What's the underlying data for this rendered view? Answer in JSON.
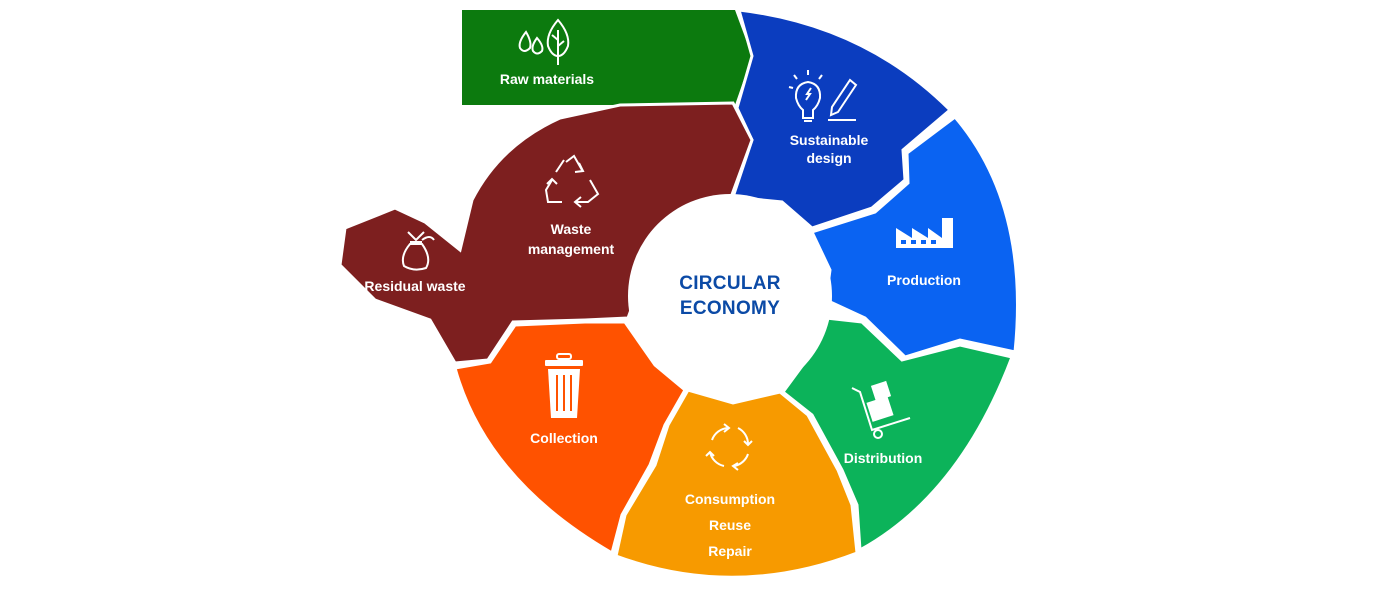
{
  "center": {
    "line1": "CIRCULAR",
    "line2": "ECONOMY"
  },
  "colors": {
    "raw_materials": "#0c7a0e",
    "sustainable_design": "#0b3dbf",
    "production": "#0a63f2",
    "distribution": "#0cb35a",
    "consumption": "#f79a00",
    "collection": "#ff5200",
    "waste_management": "#7d1f1f",
    "center_text": "#0b4aa6"
  },
  "segments": {
    "raw_materials": {
      "label": "Raw materials",
      "icons": [
        "water-drops-icon",
        "tree-icon"
      ]
    },
    "sustainable_design": {
      "line1": "Sustainable",
      "line2": "design",
      "icons": [
        "lightbulb-icon",
        "pencil-icon"
      ]
    },
    "production": {
      "label": "Production",
      "icons": [
        "factory-icon"
      ]
    },
    "distribution": {
      "label": "Distribution",
      "icons": [
        "hand-truck-icon"
      ]
    },
    "consumption": {
      "line1": "Consumption",
      "line2": "Reuse",
      "line3": "Repair",
      "icons": [
        "cycle-arrows-icon"
      ]
    },
    "collection": {
      "label": "Collection",
      "icons": [
        "trash-bin-icon"
      ]
    },
    "waste_management": {
      "line1": "Waste",
      "line2": "management",
      "icons": [
        "recycle-icon"
      ]
    },
    "residual_waste": {
      "label": "Residual waste",
      "icons": [
        "waste-bag-icon"
      ]
    }
  }
}
